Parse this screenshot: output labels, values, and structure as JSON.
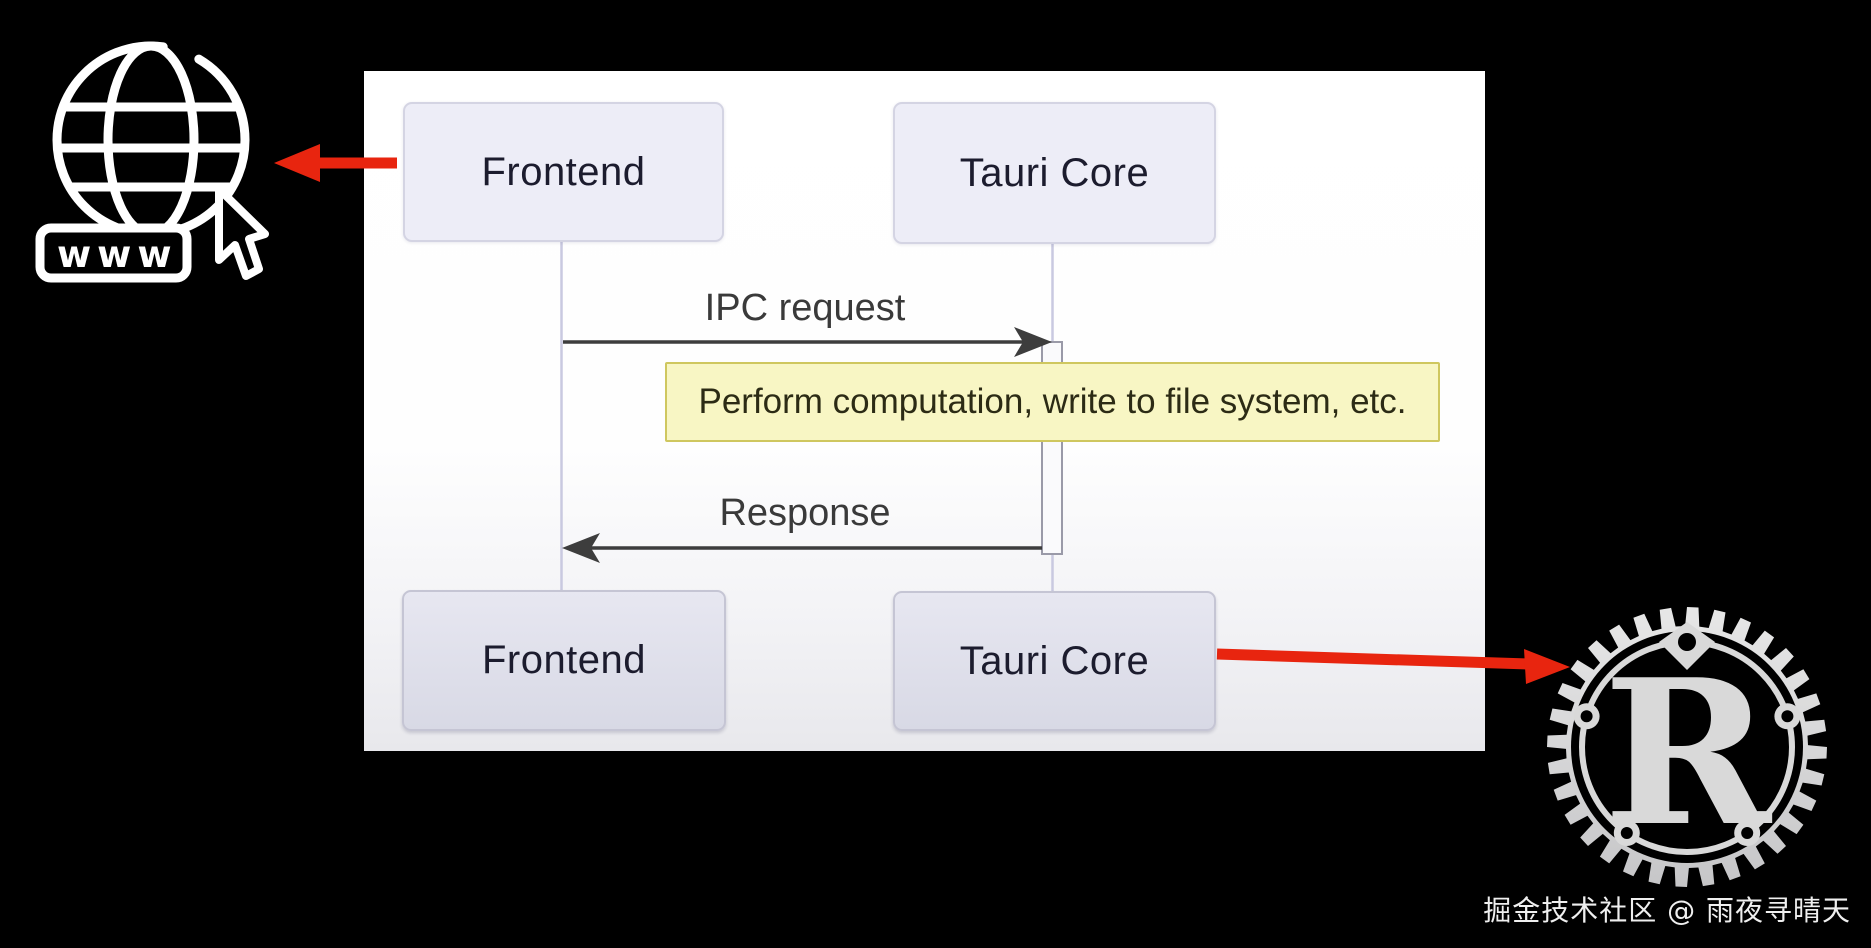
{
  "diagram": {
    "actors": {
      "frontend": "Frontend",
      "tauri": "Tauri Core"
    },
    "messages": {
      "request": "IPC request",
      "response": "Response"
    },
    "note": {
      "text": "Perform computation, write to file system, etc."
    }
  },
  "icons": {
    "globe": {
      "label": "www"
    },
    "rust": {
      "letter": "R"
    }
  },
  "watermark": {
    "text": "掘金技术社区 @ 雨夜寻晴天"
  },
  "colors": {
    "accent_red": "#e8250f",
    "arrow_gray": "#3d3d3d",
    "lifeline": "#c9c9e0",
    "note_fill": "#f8f6c4",
    "note_border": "#cfc75f",
    "actor_fill_top": "#ededf7",
    "actor_fill_bottom": "#d8d9e5",
    "panel_white": "#ffffff",
    "rust_gray": "#d9d9d9",
    "background": "#000000"
  }
}
